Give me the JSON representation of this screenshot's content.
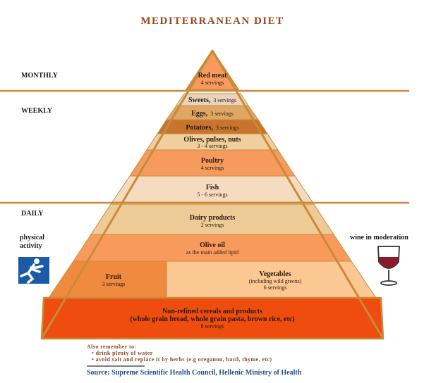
{
  "title": "MEDITERRANEAN DIET",
  "frequency_labels": {
    "monthly": "MONTHLY",
    "weekly": "WEEKLY",
    "daily": "DAILY"
  },
  "side_labels": {
    "physical_activity_1": "physical",
    "physical_activity_2": "activity",
    "wine": "wine in moderation"
  },
  "tiers": {
    "red_meat": {
      "name": "Red meat",
      "servings": "4 servings",
      "color": "#f79a5e"
    },
    "sweets": {
      "name": "Sweets,",
      "servings": "3 servings",
      "color": "#ead3bd"
    },
    "eggs": {
      "name": "Eggs,",
      "servings": "3 servings",
      "color": "#dfa764"
    },
    "potatoes": {
      "name": "Potatoes,",
      "servings": "3 servings",
      "color": "#c8742e"
    },
    "olives": {
      "name": "Olives, pulses, nuts",
      "servings": "3 - 4 servings",
      "color": "#efcf9e"
    },
    "poultry": {
      "name": "Poultry",
      "servings": "4 servings",
      "color": "#f79a5e"
    },
    "fish": {
      "name": "Fish",
      "servings": "5 - 6 servings",
      "color": "#f5dcc0"
    },
    "dairy": {
      "name": "Dairy products",
      "servings": "2 servings",
      "color": "#eccb97"
    },
    "olive_oil": {
      "name": "Olive oil",
      "servings": "as the main added lipid",
      "color": "#f89a5c"
    },
    "fruit": {
      "name": "Fruit",
      "servings": "3 servings",
      "color": "#f08a3e"
    },
    "vegetables": {
      "name": "Vegetables",
      "note": "(including wild greens)",
      "servings": "6 servings",
      "color": "#fbc792"
    },
    "cereals": {
      "name": "Non-refined cereals and products",
      "note": "(whole grain bread, whole grain pasta, brown rice, etc)",
      "servings": "8 servings",
      "color": "#ee4d0f"
    }
  },
  "remember": {
    "heading": "Also remember to:",
    "items": [
      "drink plenty of water",
      "avoid salt and replace it by herbs (e.g oreganon, basil, thyme, etc)"
    ]
  },
  "source": "Source: Supreme Scientific Health Council, Hellenic Ministry of Health",
  "colors": {
    "line": "#c98b3a",
    "title": "#9b4a1c",
    "source": "#1f4e8c",
    "runner": "#1a5aa8",
    "wine": "#8b1a2a"
  }
}
